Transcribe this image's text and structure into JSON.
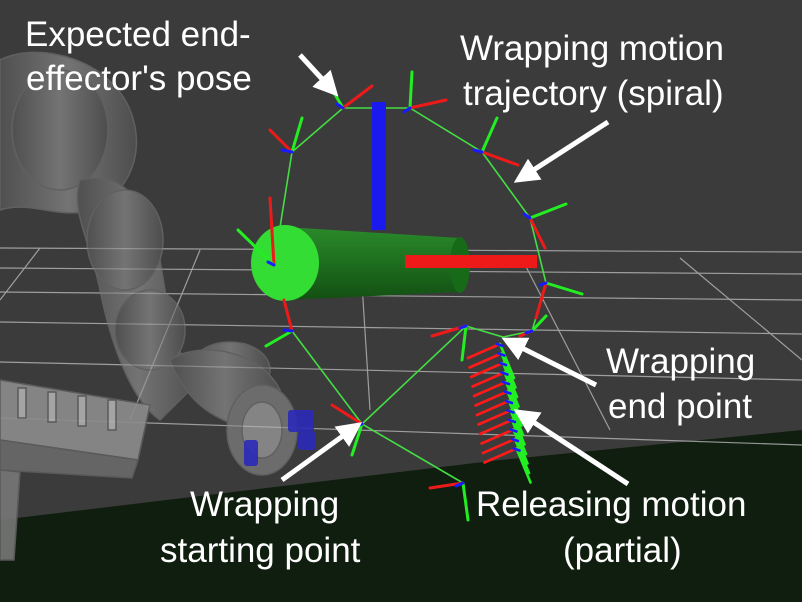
{
  "labels": {
    "pose_1": "Expected end-",
    "pose_2": "effector's pose",
    "traj_1": "Wrapping motion",
    "traj_2": "trajectory (spiral)",
    "end_1": "Wrapping",
    "end_2": "end point",
    "start_1": "Wrapping",
    "start_2": "starting point",
    "release_1": "Releasing motion",
    "release_2": "(partial)"
  },
  "colors": {
    "background": "#3a3a3a",
    "floor": "#0e1d0e",
    "grid": "#c8c8c8",
    "trajectory": "#33dd33",
    "axis_x": "#ff1a1a",
    "axis_y": "#22ee22",
    "axis_z": "#1a1aff",
    "cylinder": "#1e7a1e",
    "cylinder_cap": "#33dd33",
    "robot": "#a8a8a8",
    "annotation": "#ffffff"
  },
  "icons": [
    "robot-arm-model",
    "gripper-model",
    "target-cylinder",
    "axis-frame-marker",
    "annotation-arrow"
  ]
}
